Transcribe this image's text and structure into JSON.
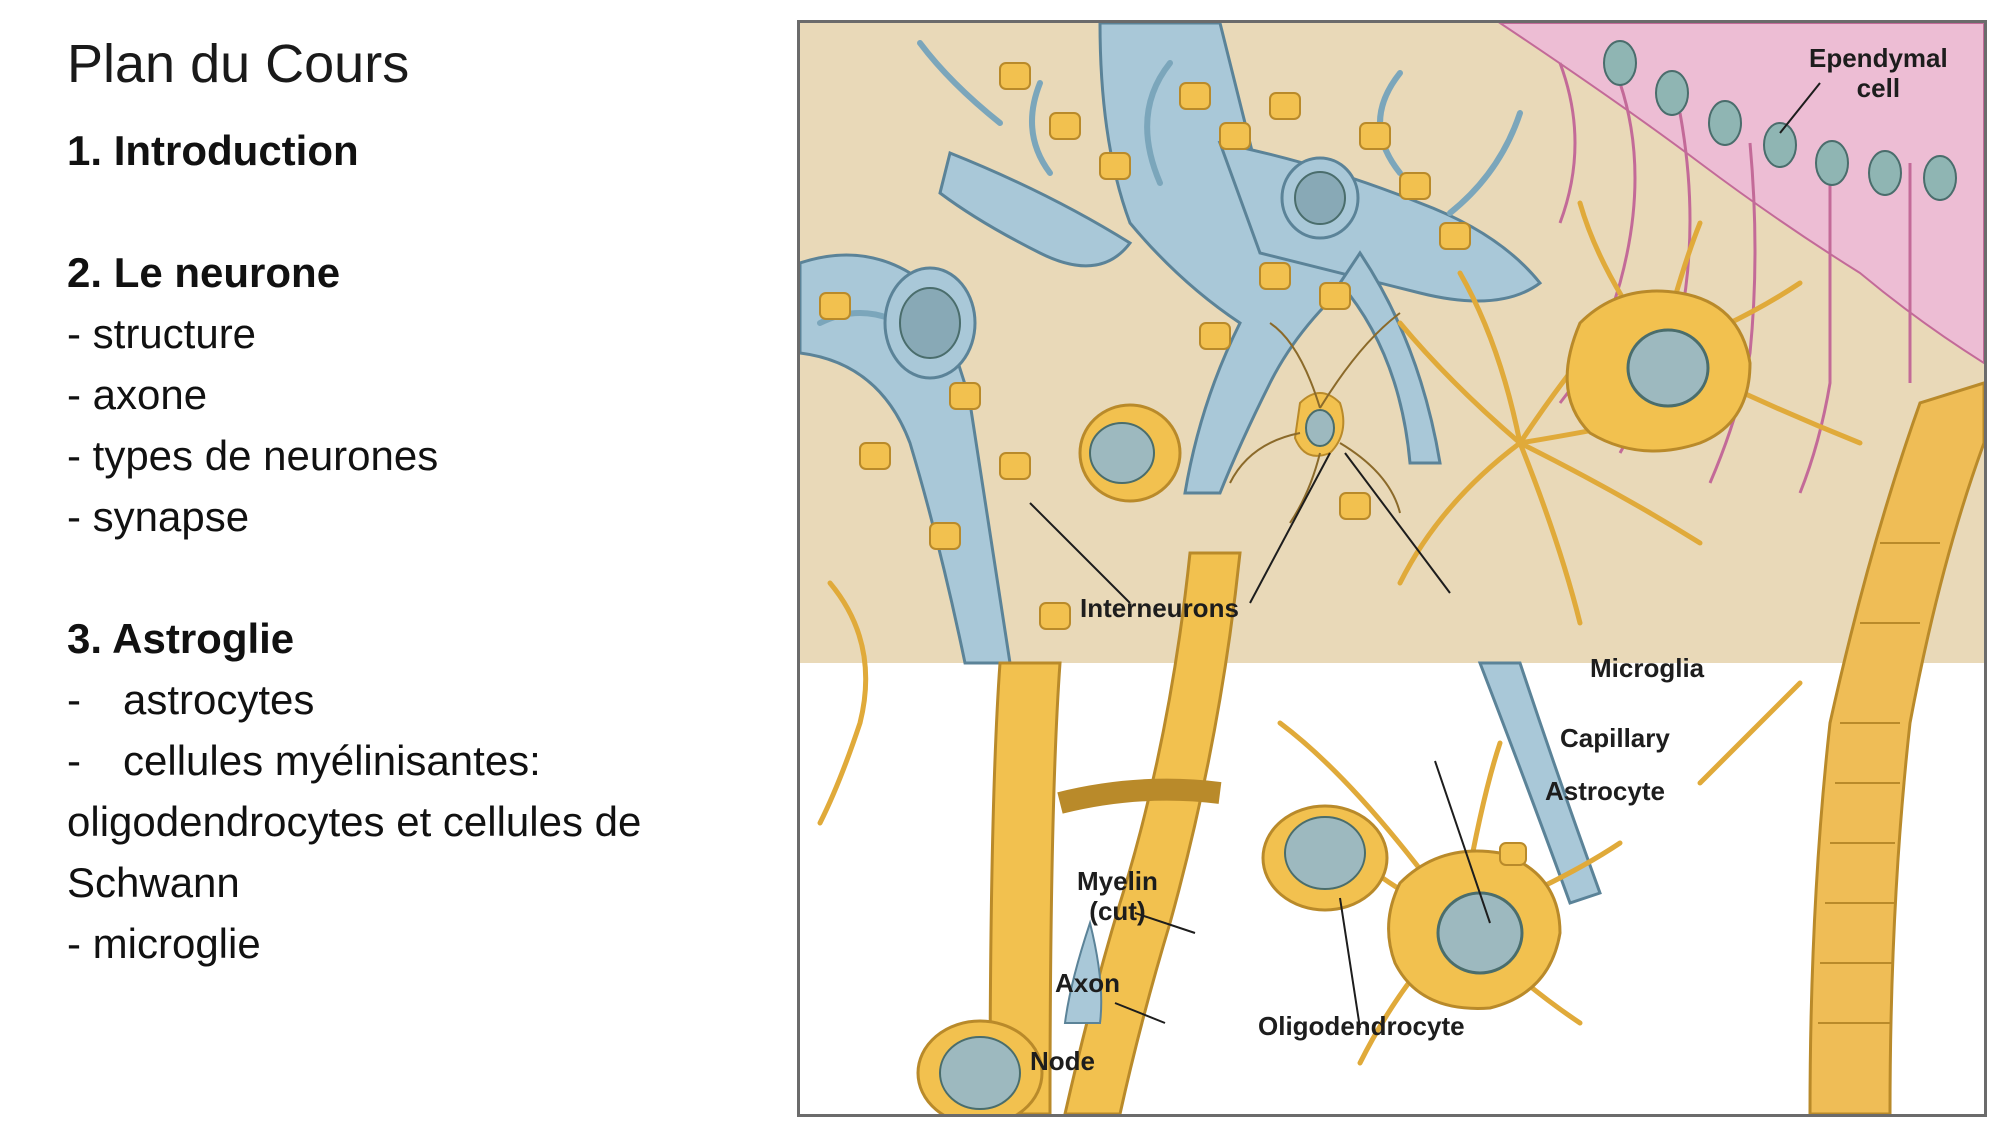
{
  "slide": {
    "title": "Plan du Cours",
    "outline": [
      {
        "kind": "section",
        "text": "1. Introduction"
      },
      {
        "kind": "gap"
      },
      {
        "kind": "section",
        "text": "2. Le neurone"
      },
      {
        "kind": "item",
        "text": "- structure"
      },
      {
        "kind": "item",
        "text": "- axone"
      },
      {
        "kind": "item",
        "text": "- types de neurones"
      },
      {
        "kind": "item",
        "text": "- synapse"
      },
      {
        "kind": "gap"
      },
      {
        "kind": "section",
        "text": "3. Astroglie"
      },
      {
        "kind": "item-tab",
        "dash": "-",
        "text": "astrocytes"
      },
      {
        "kind": "item-tab",
        "dash": "-",
        "text": "cellules myélinisantes:"
      },
      {
        "kind": "item",
        "text": "oligodendrocytes et cellules de Schwann"
      },
      {
        "kind": "item",
        "text": "- microglie"
      }
    ]
  },
  "figure": {
    "labels": {
      "ependymal": "Ependymal\ncell",
      "interneurons": "Interneurons",
      "microglia": "Microglia",
      "capillary": "Capillary",
      "astrocyte": "Astrocyte",
      "myelin": "Myelin\n(cut)",
      "axon": "Axon",
      "node": "Node",
      "oligodendrocyte": "Oligodendrocyte"
    },
    "colors": {
      "tissue": "#e9d9b8",
      "neuron_blue": "#a9c8d8",
      "glia_yellow": "#f2c14f",
      "ependymal_pink": "#e6a3c2",
      "nucleus": "#9db9bf",
      "outline": "#6b6b6b"
    }
  }
}
